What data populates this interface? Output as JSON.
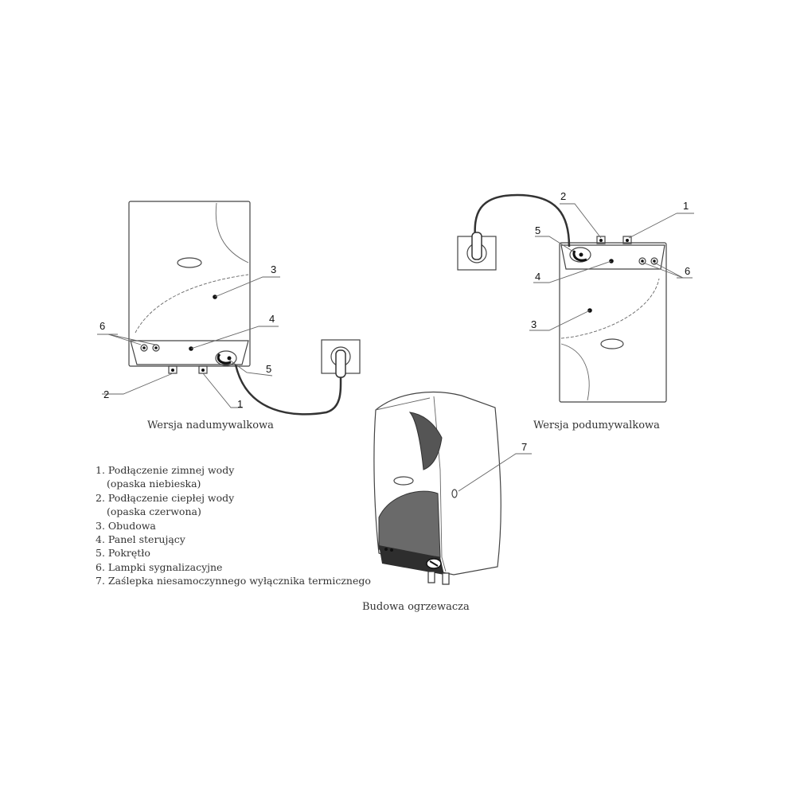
{
  "diagram": {
    "captions": {
      "left": "Wersja nadumywalkowa",
      "right": "Wersja podumywalkowa",
      "center": "Budowa ogrzewacza"
    },
    "callouts": [
      "1",
      "2",
      "3",
      "4",
      "5",
      "6",
      "7"
    ],
    "legend": [
      {
        "main": "1. Podłączenie zimnej wody",
        "sub": "(opaska niebieska)"
      },
      {
        "main": "2. Podłączenie ciepłej wody",
        "sub": "(opaska czerwona)"
      },
      {
        "main": "3. Obudowa"
      },
      {
        "main": "4. Panel sterujący"
      },
      {
        "main": "5. Pokrętło"
      },
      {
        "main": "6. Lampki sygnalizacyjne"
      },
      {
        "main": "7. Zaślepka niesamoczynnego wyłącznika termicznego"
      }
    ]
  }
}
